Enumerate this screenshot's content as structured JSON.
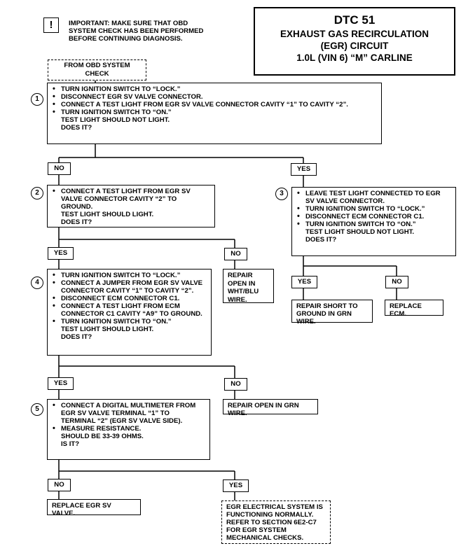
{
  "title": {
    "code": "DTC 51",
    "line1": "EXHAUST GAS RECIRCULATION",
    "line2": "(EGR) CIRCUIT",
    "line3": "1.0L (VIN 6) “M” CARLINE"
  },
  "important": {
    "line1": "IMPORTANT:  MAKE SURE THAT OBD",
    "line2": "SYSTEM CHECK HAS BEEN PERFORMED",
    "line3": "BEFORE CONTINUING DIAGNOSIS."
  },
  "start": "FROM OBD SYSTEM CHECK",
  "labels": {
    "yes": "YES",
    "no": "NO"
  },
  "steps": {
    "s1": {
      "num": "1",
      "bullets": [
        "TURN IGNITION SWITCH TO “LOCK.”",
        "DISCONNECT EGR SV VALVE CONNECTOR.",
        "CONNECT A TEST LIGHT FROM EGR SV VALVE CONNECTOR CAVITY “1” TO CAVITY “2”.",
        "TURN IGNITION SWITCH TO “ON.”"
      ],
      "tail1": "TEST LIGHT SHOULD NOT LIGHT.",
      "tail2": "DOES IT?"
    },
    "s2": {
      "num": "2",
      "bullets": [
        "CONNECT A TEST LIGHT FROM EGR SV VALVE CONNECTOR CAVITY “2” TO GROUND."
      ],
      "tail1": "TEST LIGHT SHOULD LIGHT.",
      "tail2": "DOES IT?"
    },
    "s3": {
      "num": "3",
      "bullets": [
        "LEAVE TEST LIGHT CONNECTED TO EGR SV VALVE CONNECTOR.",
        "TURN IGNITION SWITCH TO “LOCK.”",
        "DISCONNECT ECM CONNECTOR C1.",
        "TURN IGNITION SWITCH TO “ON.”"
      ],
      "tail1": "TEST LIGHT SHOULD NOT LIGHT.",
      "tail2": "DOES IT?"
    },
    "s4": {
      "num": "4",
      "bullets": [
        "TURN IGNITION SWITCH TO “LOCK.”",
        "CONNECT A JUMPER FROM EGR SV VALVE CONNECTOR CAVITY “1” TO CAVITY “2”.",
        "DISCONNECT ECM CONNECTOR C1.",
        "CONNECT A TEST LIGHT FROM ECM CONNECTOR C1 CAVITY “A9” TO GROUND.",
        "TURN IGNITION SWITCH TO “ON.”"
      ],
      "tail1": "TEST LIGHT SHOULD LIGHT.",
      "tail2": "DOES IT?"
    },
    "s5": {
      "num": "5",
      "bullets": [
        "CONNECT A DIGITAL MULTIMETER FROM EGR SV VALVE TERMINAL “1” TO TERMINAL “2” (EGR SV VALVE SIDE).",
        "MEASURE RESISTANCE."
      ],
      "tail1": "SHOULD BE 33-39 OHMS.",
      "tail2": "IS IT?"
    }
  },
  "results": {
    "repair_wht_blu": "REPAIR OPEN IN WHT/BLU WIRE.",
    "repair_short_grn": "REPAIR SHORT TO GROUND IN GRN WIRE.",
    "replace_ecm": "REPLACE ECM.",
    "repair_open_grn": "REPAIR OPEN IN GRN WIRE.",
    "replace_egr": "REPLACE EGR SV VALVE.",
    "normal_line1": "EGR ELECTRICAL SYSTEM IS FUNCTIONING NORMALLY.",
    "normal_line2": "REFER TO SECTION 6E2-C7 FOR EGR SYSTEM MECHANICAL CHECKS."
  }
}
